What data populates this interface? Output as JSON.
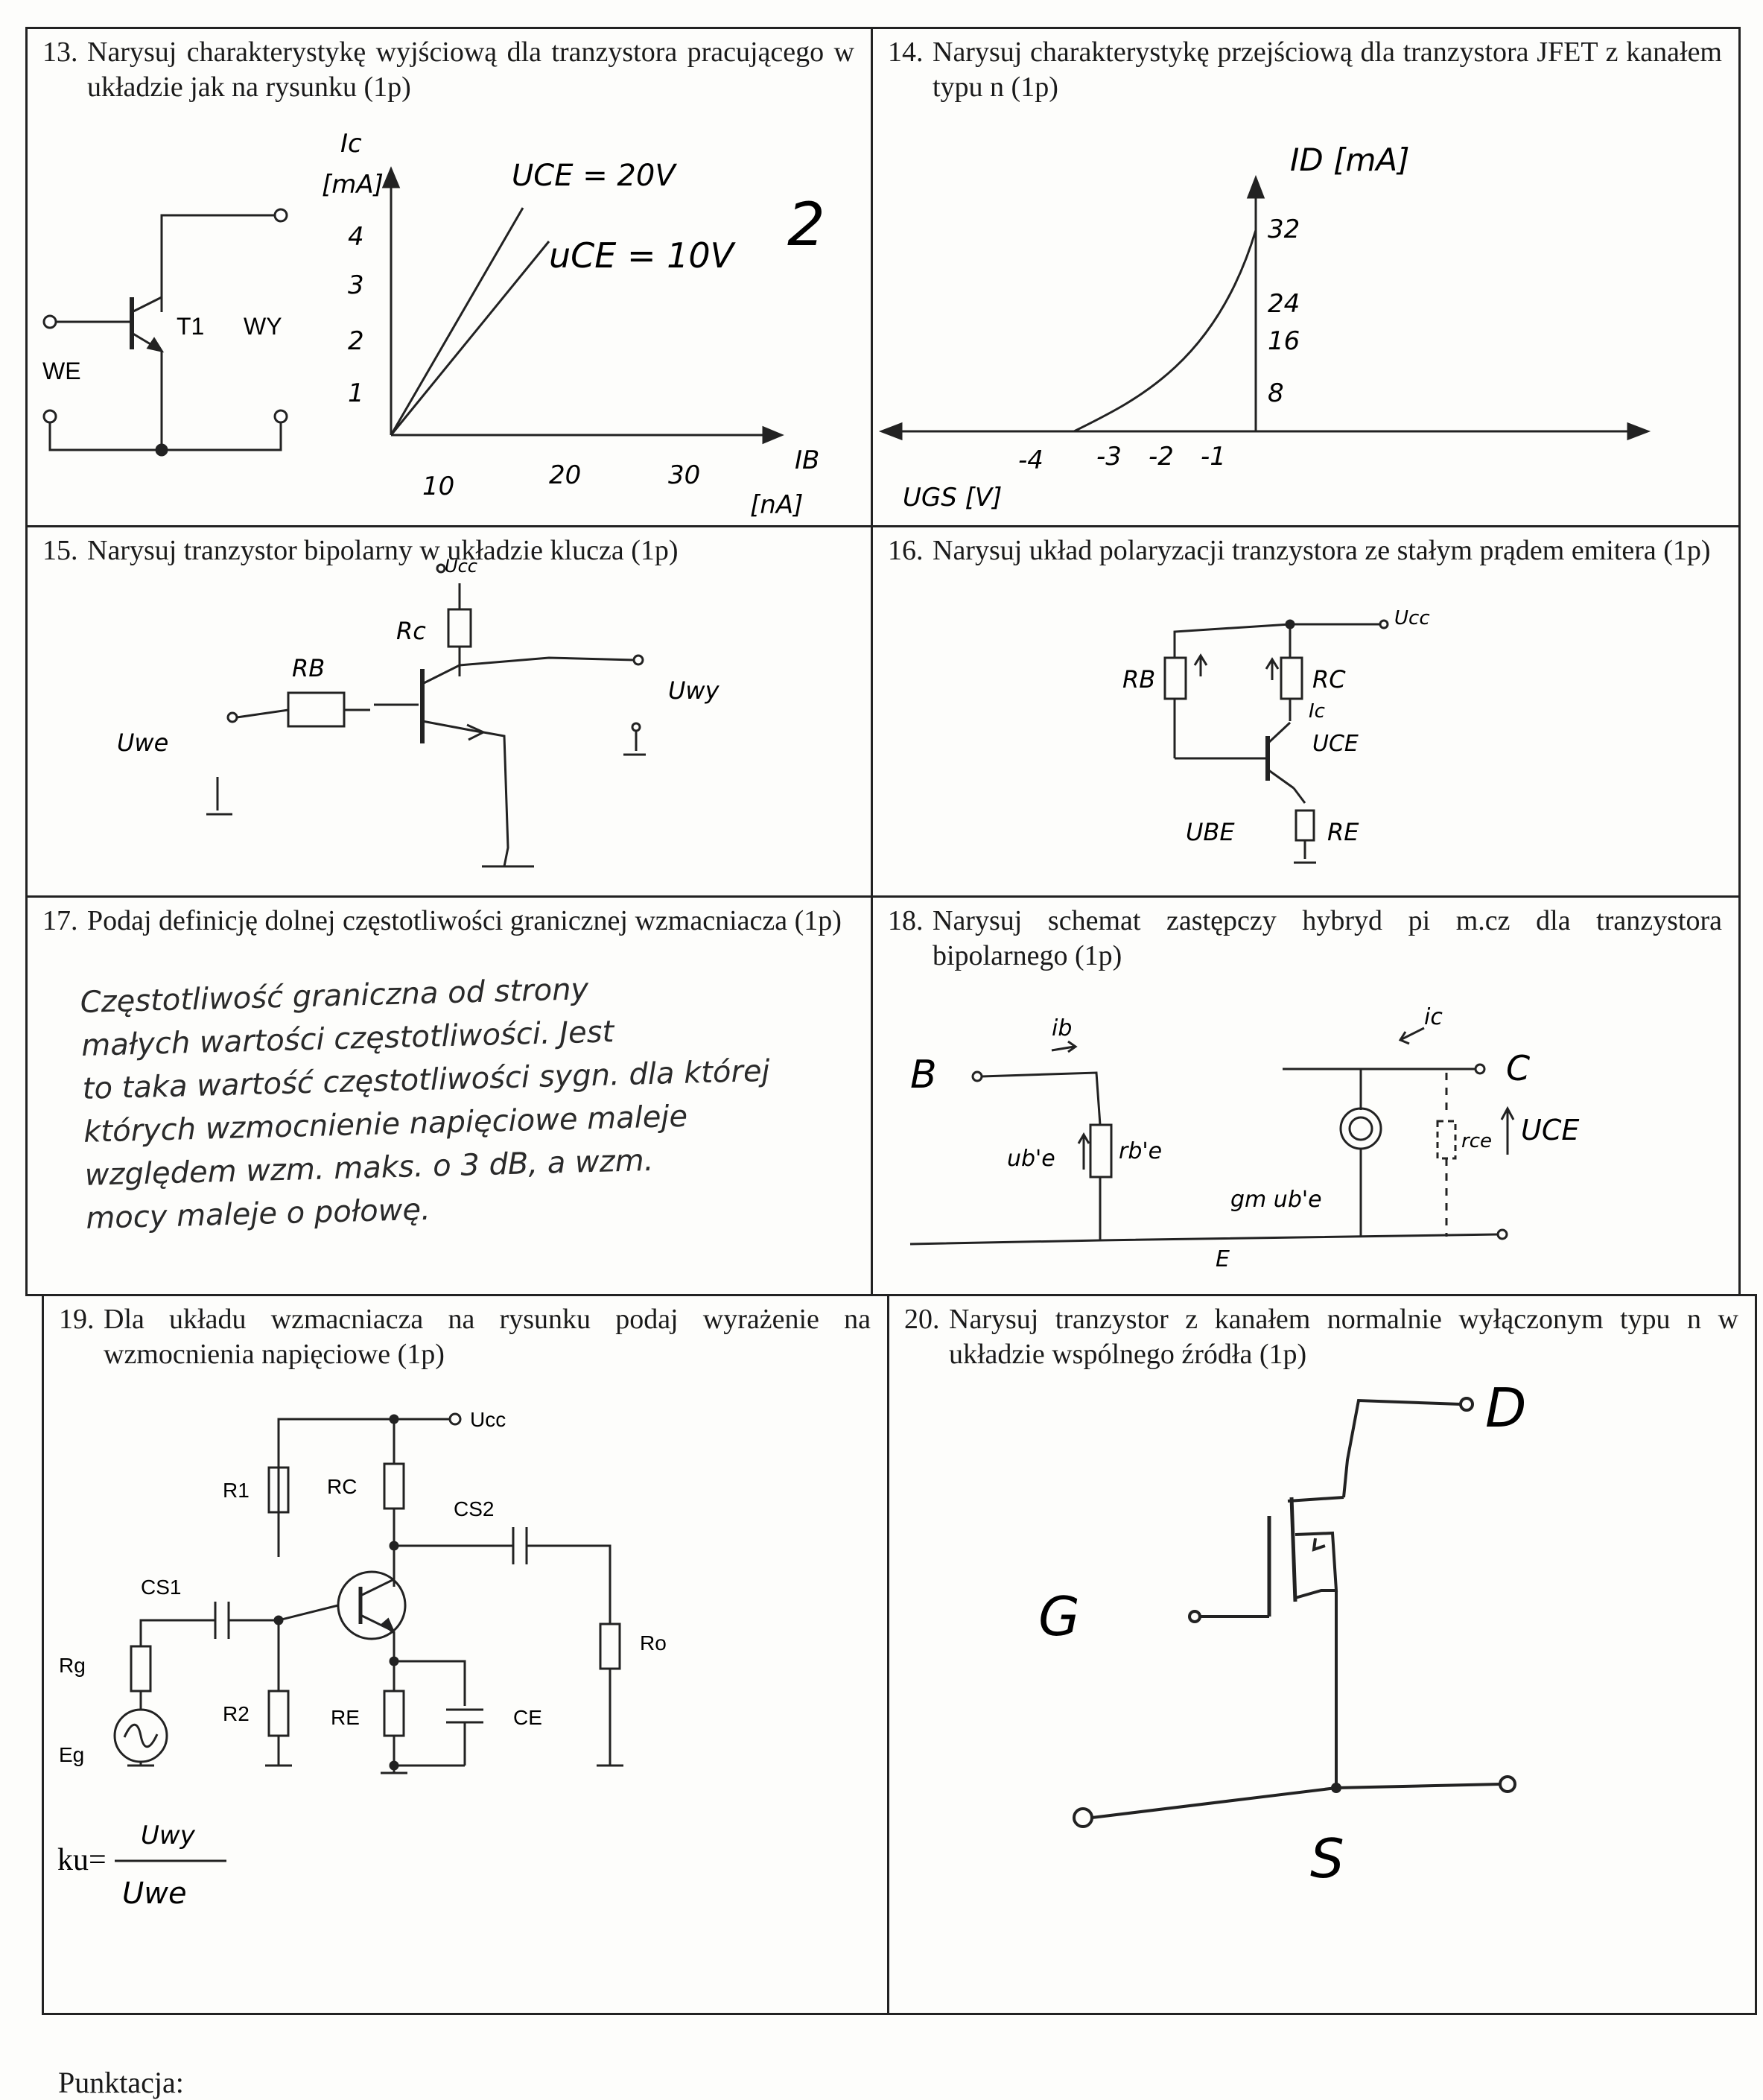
{
  "q13": {
    "number": "13.",
    "text": "Narysuj charakterystykę wyjściową dla tranzystora pracującego w układzie jak na rysunku (1p)",
    "circuit": {
      "transistor": "T1",
      "input": "WE",
      "output": "WY"
    },
    "graph": {
      "ylabel_top": "Ic",
      "ylabel_unit": "[mA]",
      "yticks": [
        "4",
        "3",
        "2",
        "1"
      ],
      "xticks": [
        "10",
        "20",
        "30"
      ],
      "xlabel": "IB",
      "xunit": "[nA]",
      "curve1": "UCE = 20V",
      "curve2": "uCE = 10V",
      "margin_note": "2"
    }
  },
  "q14": {
    "number": "14.",
    "text": "Narysuj charakterystykę przejściową dla tranzystora JFET z kanałem typu n (1p)",
    "graph": {
      "ylabel": "ID [mA]",
      "yticks": [
        "32",
        "24",
        "16",
        "8"
      ],
      "xticks": [
        "-4",
        "-3",
        "-2",
        "-1"
      ],
      "xlabel": "UGS [V]"
    }
  },
  "q15": {
    "number": "15.",
    "text": "Narysuj tranzystor bipolarny w układzie klucza (1p)",
    "labels": {
      "ucc": "Ucc",
      "rc": "Rc",
      "rb": "RB",
      "uwe": "Uwe",
      "uwy": "Uwy"
    }
  },
  "q16": {
    "number": "16.",
    "text": "Narysuj układ polaryzacji tranzystora ze stałym prądem emitera (1p)",
    "labels": {
      "ucc": "Ucc",
      "rb": "RB",
      "rc": "RC",
      "ic": "Ic",
      "uce": "UCE",
      "ube": "UBE",
      "re": "RE"
    }
  },
  "q17": {
    "number": "17.",
    "text": "Podaj definicję dolnej częstotliwości granicznej wzmacniacza (1p)",
    "answer_lines": [
      "Częstotliwość graniczna od strony",
      "małych wartości częstotliwości. Jest",
      "to taka wartość częstotliwości sygn. dla której",
      "których wzmocnienie napięciowe maleje",
      "względem wzm. maks. o 3 dB, a wzm.",
      "mocy maleje o połowę."
    ]
  },
  "q18": {
    "number": "18.",
    "text": "Narysuj schemat zastępczy hybryd pi m.cz dla tranzystora bipolarnego (1p)",
    "labels": {
      "b": "B",
      "c": "C",
      "e": "E",
      "ib": "ib",
      "ic": "ic",
      "ube": "ub'e",
      "rbe": "rb'e",
      "gm": "gm ub'e",
      "rce": "rce",
      "uce": "UCE"
    }
  },
  "q19": {
    "number": "19.",
    "text": "Dla układu wzmacniacza na rysunku podaj wyrażenie na wzmocnienia napięciowe (1p)",
    "labels": {
      "ucc": "Ucc",
      "r1": "R1",
      "rc": "RC",
      "cs2": "CS2",
      "cs1": "CS1",
      "rg": "Rg",
      "r2": "R2",
      "re": "RE",
      "ce": "CE",
      "eg": "Eg",
      "ro": "Ro"
    },
    "ku_label": "ku=",
    "ku_num": "Uwy",
    "ku_den": "Uwe"
  },
  "q20": {
    "number": "20.",
    "text": "Narysuj tranzystor z kanałem normalnie wyłączonym typu n w układzie wspólnego źródła (1p)",
    "labels": {
      "d": "D",
      "g": "G",
      "s": "S"
    }
  },
  "footer": "Punktacja:"
}
